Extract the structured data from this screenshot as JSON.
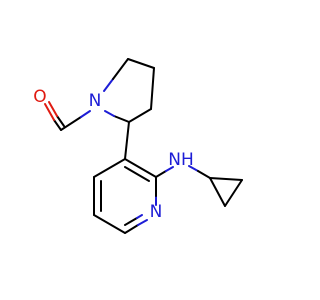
{
  "atom_labels": {
    "oxygen": "O",
    "amide_nitrogen": "N",
    "amine_nh": "NH",
    "pyridine_nitrogen": "N"
  },
  "colors": {
    "bond": "#000000",
    "nitrogen": "#1d1dd6",
    "oxygen": "#e01b12",
    "background": "#ffffff"
  }
}
